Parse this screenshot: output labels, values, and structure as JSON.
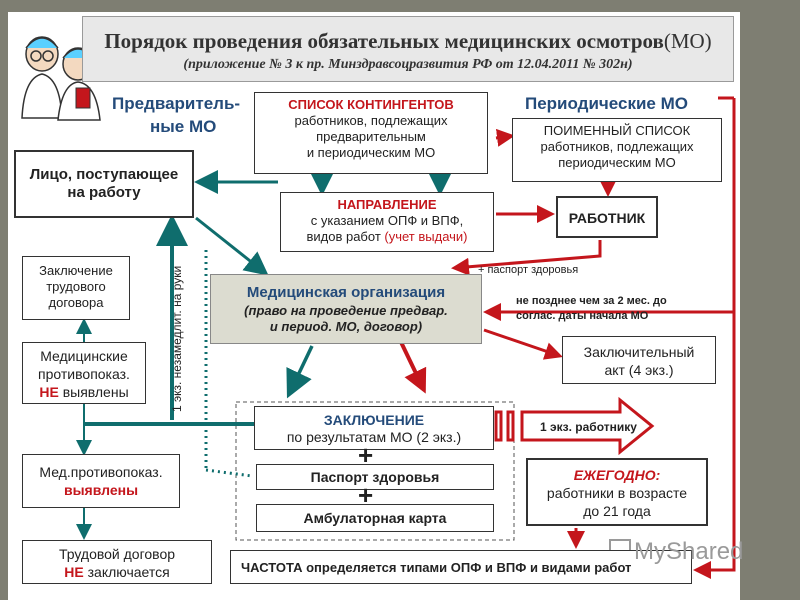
{
  "header": {
    "title": "Порядок проведения обязательных медицинских осмотров",
    "title_suffix": "(МО)",
    "subtitle": "(приложение № 3 к пр. Минздравсоцразвития РФ от 12.04.2011 № 302н)"
  },
  "labels": {
    "pre_line1": "Предваритель-",
    "pre_line2": "ные МО",
    "periodic": "Периодические МО"
  },
  "contingent": {
    "title": "СПИСОК КОНТИНГЕНТОВ",
    "line1": "работников, подлежащих",
    "line2": "предварительным",
    "line3": "и периодическим МО"
  },
  "named_list": {
    "line1": "ПОИМЕННЫЙ СПИСОК",
    "line2": "работников, подлежащих",
    "line3": "периодическим МО"
  },
  "applicant": {
    "line1": "Лицо, поступающее",
    "line2": "на работу"
  },
  "referral": {
    "title": "НАПРАВЛЕНИЕ",
    "line1": "с указанием ОПФ и ВПФ,",
    "line2": "видов работ",
    "line2_red": "(учет выдачи)"
  },
  "worker": "РАБОТНИК",
  "plus_passport": "+ паспорт здоровья",
  "contract_conclusion": {
    "line1": "Заключение",
    "line2": "трудового",
    "line3": "договора"
  },
  "med_org": {
    "title": "Медицинская организация",
    "line1": "(право на проведение предвар.",
    "line2": "и период. МО, договор)"
  },
  "deadline": {
    "line1": "не позднее чем за 2 мес. до",
    "line2": "соглас. даты начала МО"
  },
  "final_act": {
    "line1": "Заключительный",
    "line2": "акт (4 экз.)"
  },
  "contra_not_found": {
    "line1": "Медицинские",
    "line2": "противопоказ.",
    "line3_red": "НЕ",
    "line3": "выявлены"
  },
  "vertical_note": "1 экз. незамедлит. на руки",
  "conclusion": {
    "title": "ЗАКЛЮЧЕНИЕ",
    "line1": "по результатам МО (2 экз.)"
  },
  "copy_to_worker": "1 экз. работнику",
  "contra_found": {
    "line1": "Мед.противопоказ.",
    "line2_red": "выявлены"
  },
  "plus_sign": "+",
  "health_passport": "Паспорт здоровья",
  "annual": {
    "title": "ЕЖЕГОДНО:",
    "line1": "работники в возрасте",
    "line2": "до 21 года"
  },
  "outpatient_card": "Амбулаторная карта",
  "contract_refused": {
    "line1": "Трудовой договор",
    "line2_red": "НЕ",
    "line2": "заключается"
  },
  "frequency": "ЧАСТОТА определяется типами ОПФ и ВПФ и видами работ",
  "watermark": "MyShared",
  "colors": {
    "teal": "#0f6d6d",
    "red": "#c4161c",
    "navy": "#244b7a",
    "med_org_bg": "#dcdcd0"
  }
}
